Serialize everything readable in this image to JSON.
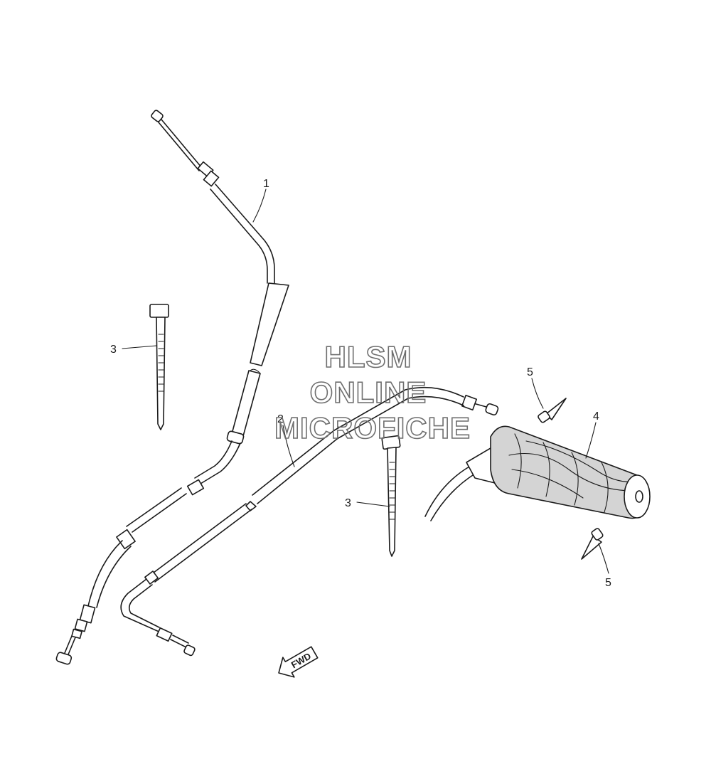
{
  "diagram": {
    "callouts": [
      {
        "id": "1",
        "label": "1"
      },
      {
        "id": "2",
        "label": "2"
      },
      {
        "id": "3a",
        "label": "3"
      },
      {
        "id": "3b",
        "label": "3"
      },
      {
        "id": "4",
        "label": "4"
      },
      {
        "id": "5a",
        "label": "5"
      },
      {
        "id": "5b",
        "label": "5"
      }
    ],
    "watermark": {
      "line1": "HLSM",
      "line2": "ONLINE",
      "line3": "MICROFICHE",
      "color": "#6e6e6e"
    },
    "direction_arrow": {
      "label": "FWD",
      "icon": "forward-arrow-icon"
    },
    "colors": {
      "line": "#1a1a1a",
      "grip_shade": "#d4d4d4",
      "background": "#ffffff"
    }
  }
}
